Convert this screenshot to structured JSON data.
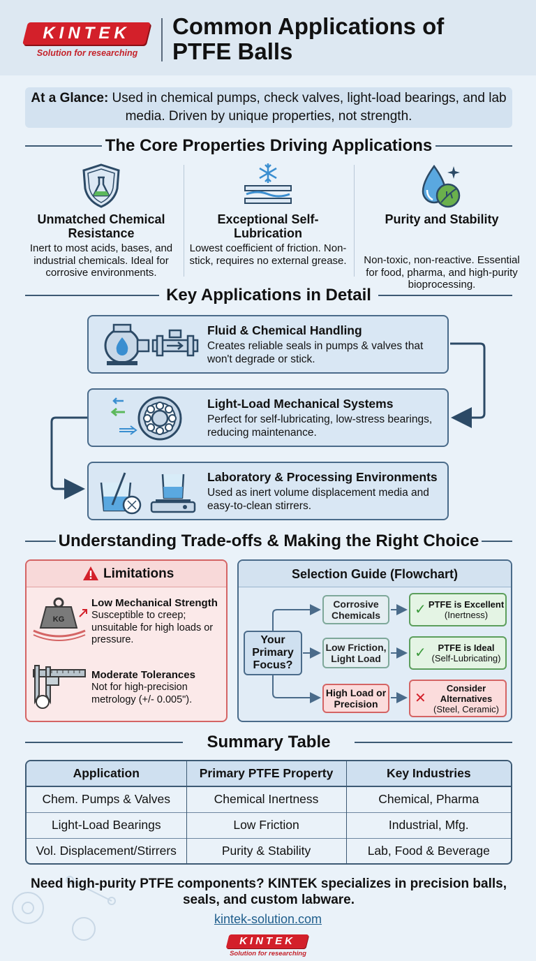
{
  "brand": {
    "name": "KINTEK",
    "tagline": "Solution for researching",
    "color": "#d3202a"
  },
  "title": "Common Applications of PTFE Balls",
  "glance": {
    "label": "At a Glance:",
    "text": " Used in chemical pumps, check valves, light-load bearings, and lab media. Driven by unique properties, not strength."
  },
  "sections": {
    "properties": "The Core Properties Driving Applications",
    "applications": "Key Applications in Detail",
    "tradeoffs": "Understanding Trade-offs & Making the Right Choice",
    "summary": "Summary Table"
  },
  "properties": [
    {
      "title": "Unmatched Chemical Resistance",
      "desc": "Inert to most acids, bases, and industrial chemicals. Ideal for corrosive environments.",
      "icon": "shield-flask-icon"
    },
    {
      "title": "Exceptional Self-Lubrication",
      "desc": "Lowest coefficient of friction. Non-stick, requires no external grease.",
      "icon": "snowflake-layers-icon"
    },
    {
      "title": "Purity and Stability",
      "desc": "Non-toxic, non-reactive. Essential for food, pharma, and high-purity bioprocessing.",
      "icon": "droplet-leaf-icon"
    }
  ],
  "applications": [
    {
      "title": "Fluid & Chemical Handling",
      "desc": "Creates reliable seals in pumps & valves that won't degrade or stick.",
      "icon": "pump-valve-icon"
    },
    {
      "title": "Light-Load Mechanical Systems",
      "desc": "Perfect for self-lubricating, low-stress bearings, reducing maintenance.",
      "icon": "bearing-icon"
    },
    {
      "title": "Laboratory & Processing Environments",
      "desc": "Used as inert volume displacement media and easy-to-clean stirrers.",
      "icon": "lab-scale-icon"
    }
  ],
  "limitations": {
    "title": "Limitations",
    "items": [
      {
        "title": "Low Mechanical Strength",
        "desc": "Susceptible to creep; unsuitable for high loads or pressure.",
        "icon": "weight-icon",
        "weight_label": "KG"
      },
      {
        "title": "Moderate Tolerances",
        "desc": "Not for high-precision metrology (+/- 0.005\").",
        "icon": "caliper-icon"
      }
    ]
  },
  "guide": {
    "title": "Selection Guide (Flowchart)",
    "question": "Your Primary Focus?",
    "branches": [
      {
        "condition": "Corrosive Chemicals",
        "result_title": "PTFE is Excellent",
        "result_note": "(Inertness)",
        "mark": "✓"
      },
      {
        "condition": "Low Friction, Light Load",
        "result_title": "PTFE is Ideal",
        "result_note": "(Self-Lubricating)",
        "mark": "✓"
      },
      {
        "condition": "High Load or Precision",
        "result_title": "Consider Alternatives",
        "result_note": "(Steel, Ceramic)",
        "mark": "✕"
      }
    ]
  },
  "table": {
    "headers": [
      "Application",
      "Primary PTFE Property",
      "Key Industries"
    ],
    "rows": [
      [
        "Chem. Pumps & Valves",
        "Chemical Inertness",
        "Chemical, Pharma"
      ],
      [
        "Light-Load Bearings",
        "Low Friction",
        "Industrial, Mfg."
      ],
      [
        "Vol. Displacement/Stirrers",
        "Purity & Stability",
        "Lab, Food & Beverage"
      ]
    ]
  },
  "cta": "Need high-purity PTFE components? KINTEK specializes in precision balls, seals, and custom labware.",
  "url": "kintek-solution.com",
  "colors": {
    "accent": "#4a6b8a",
    "warning": "#d46464",
    "ok": "#5c9e5c",
    "background": "#eaf2f9"
  }
}
